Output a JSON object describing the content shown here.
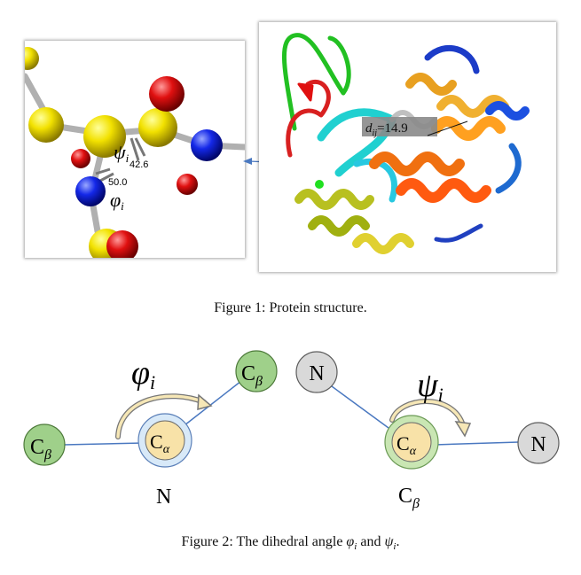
{
  "figure1": {
    "caption": "Figure 1: Protein structure.",
    "left_panel": {
      "psi_label": "ψ",
      "psi_sub": "i",
      "phi_label": "φ",
      "phi_sub": "i",
      "angle_psi": "42.6",
      "angle_phi": "50.0"
    },
    "right_panel": {
      "distance_var": "d",
      "distance_sub": "ij",
      "distance_eq": "=14.9"
    }
  },
  "figure2": {
    "caption_prefix": "Figure 2: The dihedral angle ",
    "caption_phi": "φ",
    "caption_phi_sub": "i",
    "caption_and": " and ",
    "caption_psi": "ψ",
    "caption_psi_sub": "i",
    "caption_end": ".",
    "left": {
      "outer_left_atom": "C",
      "outer_left_sub": "β",
      "center_atom": "C",
      "center_sub": "α",
      "outer_right_atom": "C",
      "outer_right_sub": "β",
      "angle_label": "φ",
      "angle_sub": "i",
      "below_label": "N"
    },
    "right": {
      "outer_left_atom": "N",
      "center_atom": "C",
      "center_sub": "α",
      "outer_right_atom": "N",
      "angle_label": "ψ",
      "angle_sub": "i",
      "below_label": "C",
      "below_sub": "β"
    },
    "colors": {
      "green": "#9fd08a",
      "yellow": "#f8e2a8",
      "gray": "#d9d9d9",
      "blue_line": "#4a78c0"
    }
  }
}
